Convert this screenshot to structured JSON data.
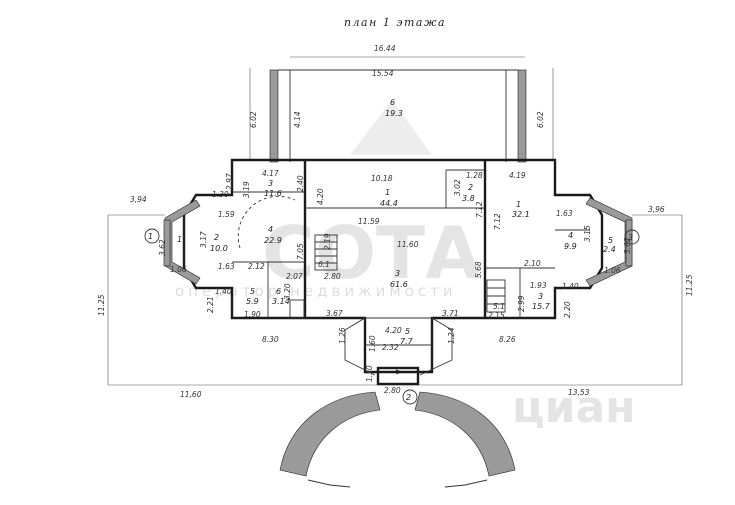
{
  "title": "план 1 этажа",
  "rooms": {
    "upper": [
      {
        "num": "6",
        "area": "19.3"
      },
      {
        "num": "1",
        "area": "44.4"
      },
      {
        "num": "2",
        "area": "3.8"
      },
      {
        "num": "3",
        "area": "11.6"
      }
    ],
    "left": [
      {
        "num": "2",
        "area": "10.0"
      },
      {
        "num": "4",
        "area": "22.9"
      },
      {
        "num": "5",
        "area": "5.9"
      },
      {
        "num": "6",
        "area": "3.14"
      }
    ],
    "center": [
      {
        "num": "3",
        "area": "61.6"
      },
      {
        "num": "5",
        "area": "7.7"
      },
      {
        "num": "6",
        "area": ""
      }
    ],
    "right": [
      {
        "num": "1",
        "area": "32.1"
      },
      {
        "num": "4",
        "area": "9.9"
      },
      {
        "num": "5",
        "area": "2.4"
      },
      {
        "num": "3",
        "area": "15.7"
      }
    ],
    "bay_left": "1"
  },
  "axes": [
    "1",
    "2",
    "3"
  ],
  "dimensions": {
    "top_total": "16.44",
    "top_inner": "15.54",
    "left_side": "6.02",
    "right_side": "6.02",
    "terrace_depth": "4.14",
    "d_1018": "10.18",
    "d_417": "4.17",
    "d_297": "2.97",
    "d_130": "1.30",
    "d_319": "3.19",
    "d_240": "2.40",
    "d_159": "1.59",
    "d_394": "3,94",
    "d_317": "3.17",
    "d_362l": "3.62",
    "d_106l": "1.06",
    "d_163l": "1.63",
    "d_212": "2.12",
    "d_207": "2.07",
    "d_140l": "1.40",
    "d_221": "2.21",
    "d_190": "1.90",
    "d_320": "3.20",
    "d_705": "7.05",
    "d_420": "4.20",
    "d_1159": "11.59",
    "d_219": "2.19",
    "d_1160": "11.60",
    "d_61": "6.1",
    "d_280": "2.80",
    "d_302": "3.02",
    "d_128": "1.28",
    "d_712a": "7.12",
    "d_712b": "7.12",
    "d_419": "4.19",
    "d_568": "5.68",
    "d_367": "3.67",
    "d_371": "3.71",
    "d_420b": "4.20",
    "d_160": "1.60",
    "d_126": "1.26",
    "d_124": "1.24",
    "d_830": "8.30",
    "d_826": "8.26",
    "d_232": "2.32",
    "d_1125l": "11.25",
    "d_1125r": "11.25",
    "d_1160b": "11,60",
    "d_1353": "13,53",
    "d_130b": "1.30",
    "d_280b": "2.80",
    "d_163r": "1.63",
    "d_396": "3,96",
    "d_315": "3.15",
    "d_362r": "3.62",
    "d_106r": "1.06",
    "d_210": "2.10",
    "d_193": "1.93",
    "d_140r": "1.40",
    "d_220": "2.20",
    "d_215": "2.15",
    "d_299": "2.99",
    "d_51": "5.1"
  },
  "watermark": {
    "brand": "СОТА",
    "sub": "оператор недвижимости",
    "site": "циан"
  }
}
